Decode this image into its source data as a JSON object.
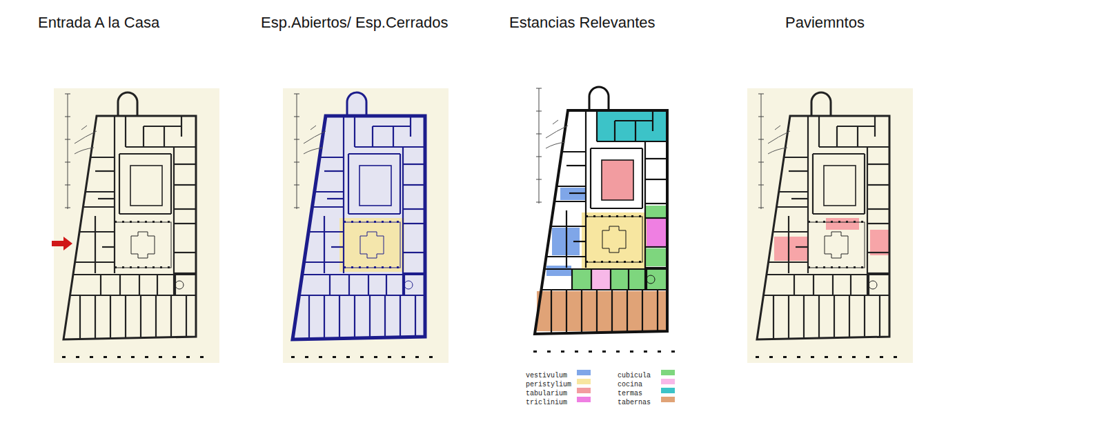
{
  "diagram": {
    "labels": [
      "Entrada A la Casa",
      "Esp.Abiertos/ Esp.Cerrados",
      "Estancias Relevantes",
      "Paviemntos"
    ],
    "legend": [
      {
        "text": "vestivulum",
        "color": "#7fa6e8"
      },
      {
        "text": "peristylium",
        "color": "#f7e6a0"
      },
      {
        "text": "tabularium",
        "color": "#f29ca0"
      },
      {
        "text": "triclinium",
        "color": "#ef7fe2"
      },
      {
        "text": "cubicula",
        "color": "#7ed67e"
      },
      {
        "text": "cocina",
        "color": "#f7b8e8"
      },
      {
        "text": "termas",
        "color": "#3cc3c8"
      },
      {
        "text": "tabernas",
        "color": "#e0a377"
      }
    ]
  }
}
